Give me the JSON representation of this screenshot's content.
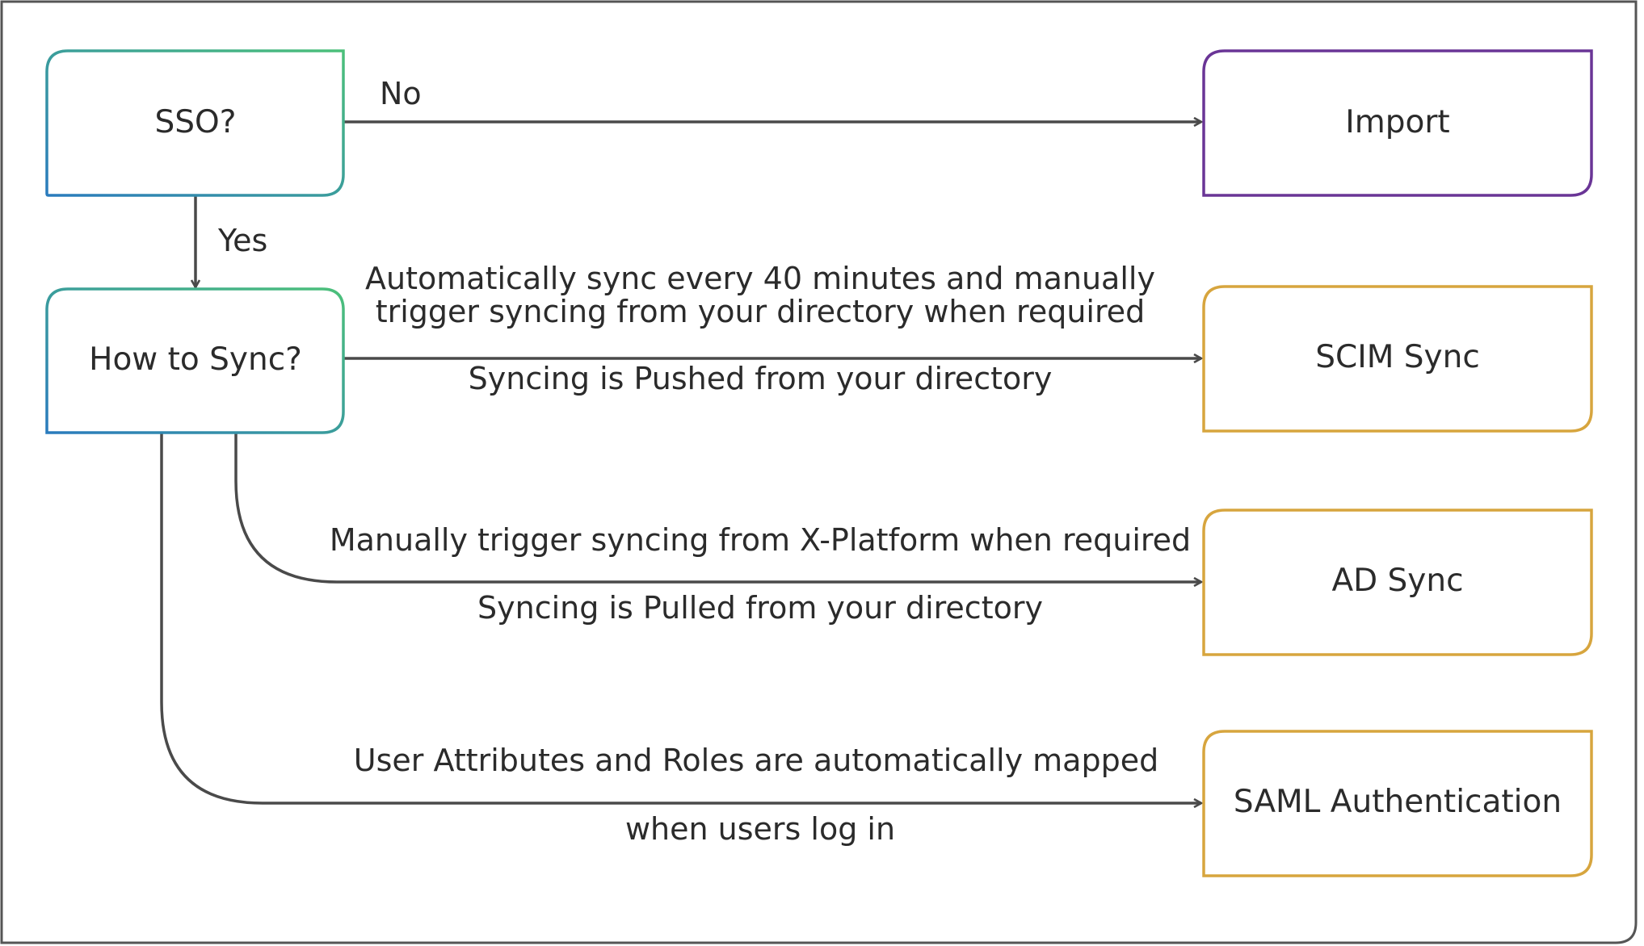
{
  "colors": {
    "frame": "#555555",
    "edge": "#4a4a4a",
    "decision_gradient_start": "#2a7bbd",
    "decision_gradient_end": "#4cc07a",
    "import_border": "#6a3596",
    "sync_border": "#d7a53e",
    "text": "#2b2b2b"
  },
  "nodes": {
    "sso": {
      "label": "SSO?"
    },
    "how_to_sync": {
      "label": "How to Sync?"
    },
    "import": {
      "label": "Import"
    },
    "scim_sync": {
      "label": "SCIM Sync"
    },
    "ad_sync": {
      "label": "AD Sync"
    },
    "saml": {
      "label": "SAML Authentication"
    }
  },
  "edges": {
    "sso_to_import": {
      "label": "No"
    },
    "sso_to_how": {
      "label": "Yes"
    },
    "how_to_scim": {
      "above_line1": "Automatically sync every 40 minutes and manually",
      "above_line2": "trigger syncing from your directory when required",
      "below": "Syncing is Pushed from your directory"
    },
    "how_to_ad": {
      "above": "Manually trigger syncing from X-Platform when required",
      "below": "Syncing is Pulled from your directory"
    },
    "how_to_saml": {
      "above": "User Attributes and Roles are automatically mapped",
      "below": "when users log in"
    }
  }
}
